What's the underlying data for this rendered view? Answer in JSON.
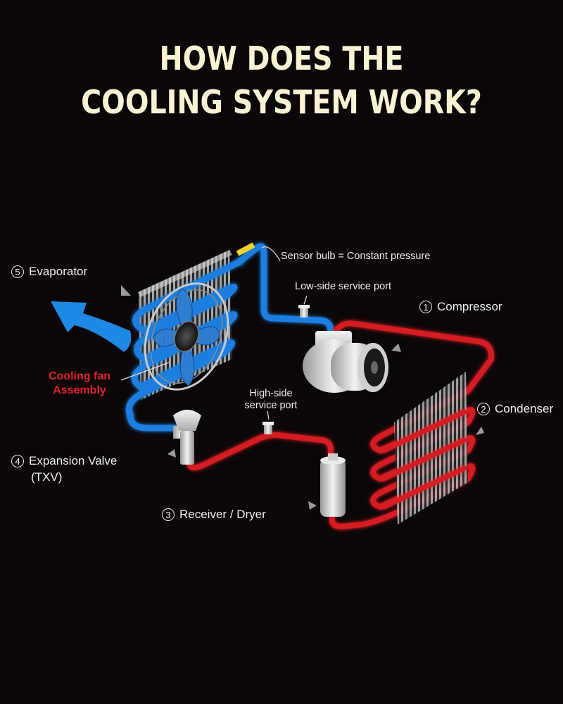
{
  "title": {
    "line1": "HOW DOES THE",
    "line2": "COOLING SYSTEM WORK?"
  },
  "labels": {
    "evaporator": {
      "num": "5",
      "text": "Evaporator"
    },
    "compressor": {
      "num": "1",
      "text": "Compressor"
    },
    "condenser": {
      "num": "2",
      "text": "Condenser"
    },
    "receiver": {
      "num": "3",
      "text": "Receiver / Dryer"
    },
    "expansion": {
      "num": "4",
      "text": "Expansion Valve",
      "sub": "(TXV)"
    },
    "sensor_bulb": "Sensor bulb = Constant pressure",
    "low_side": "Low-side service port",
    "high_side_1": "High-side",
    "high_side_2": "service port",
    "fan_1": "Cooling fan",
    "fan_2": "Assembly"
  },
  "colors": {
    "background": "#0b0708",
    "title": "#f7f3d4",
    "cold_line": "#1e7fe0",
    "hot_line": "#d41c22",
    "fan_label": "#e4202a"
  }
}
